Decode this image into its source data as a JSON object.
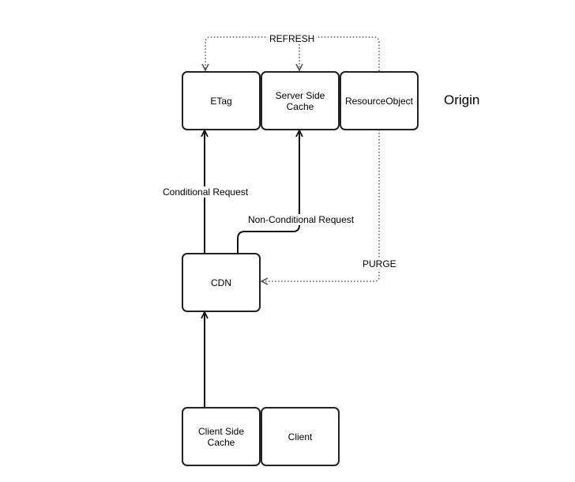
{
  "diagram": {
    "nodes": {
      "etag": "ETag",
      "server_side_cache": "Server Side\nCache",
      "resource_object": "ResourceObject",
      "cdn": "CDN",
      "client_side_cache": "Client Side\nCache",
      "client": "Client"
    },
    "group_label": "Origin",
    "edge_labels": {
      "refresh": "REFRESH",
      "conditional_request": "Conditional Request",
      "non_conditional_request": "Non-Conditional Request",
      "purge": "PURGE"
    }
  }
}
